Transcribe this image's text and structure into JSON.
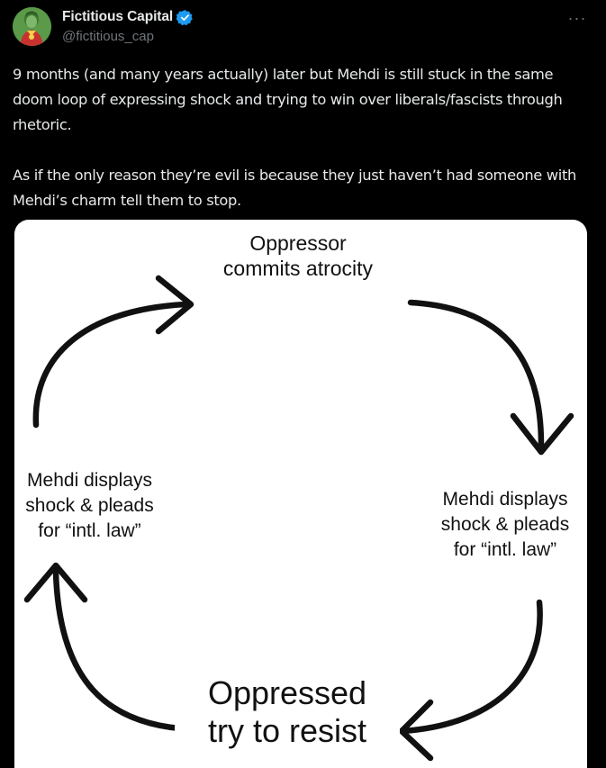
{
  "post": {
    "display_name": "Fictitious Capital",
    "handle": "@fictitious_cap",
    "verified": true,
    "avatar_icon": "avatar-icon",
    "more_icon": "more-horizontal-icon",
    "more_label": "···",
    "text": "9 months (and many years actually) later but Mehdi is still stuck in the same doom loop of expressing shock and trying to win over liberals/fascists through rhetoric.\n\nAs if the only reason they’re evil is because they just haven’t had someone with Mehdi’s charm tell them to stop."
  },
  "image": {
    "top_label": "Oppressor\ncommits atrocity",
    "right_label": "Mehdi displays\nshock & pleads\nfor “intl. law”",
    "bottom_label": "Oppressed\ntry to resist",
    "left_label": "Mehdi displays\nshock & pleads\nfor “intl. law”"
  },
  "colors": {
    "background": "#000000",
    "text_primary": "#e7e9ea",
    "text_secondary": "#71767b",
    "verified_blue": "#1d9bf0",
    "image_background": "#ffffff",
    "arrow_color": "#111111"
  }
}
